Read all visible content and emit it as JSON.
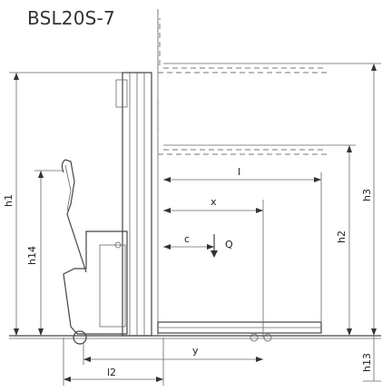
{
  "header": {
    "model": "BSL20S-7"
  },
  "dimensions": {
    "h1": "h1",
    "h14": "h14",
    "h3": "h3",
    "h2": "h2",
    "h13": "h13",
    "l": "l",
    "x": "x",
    "c": "c",
    "Q": "Q",
    "y": "y",
    "l2": "l2"
  }
}
